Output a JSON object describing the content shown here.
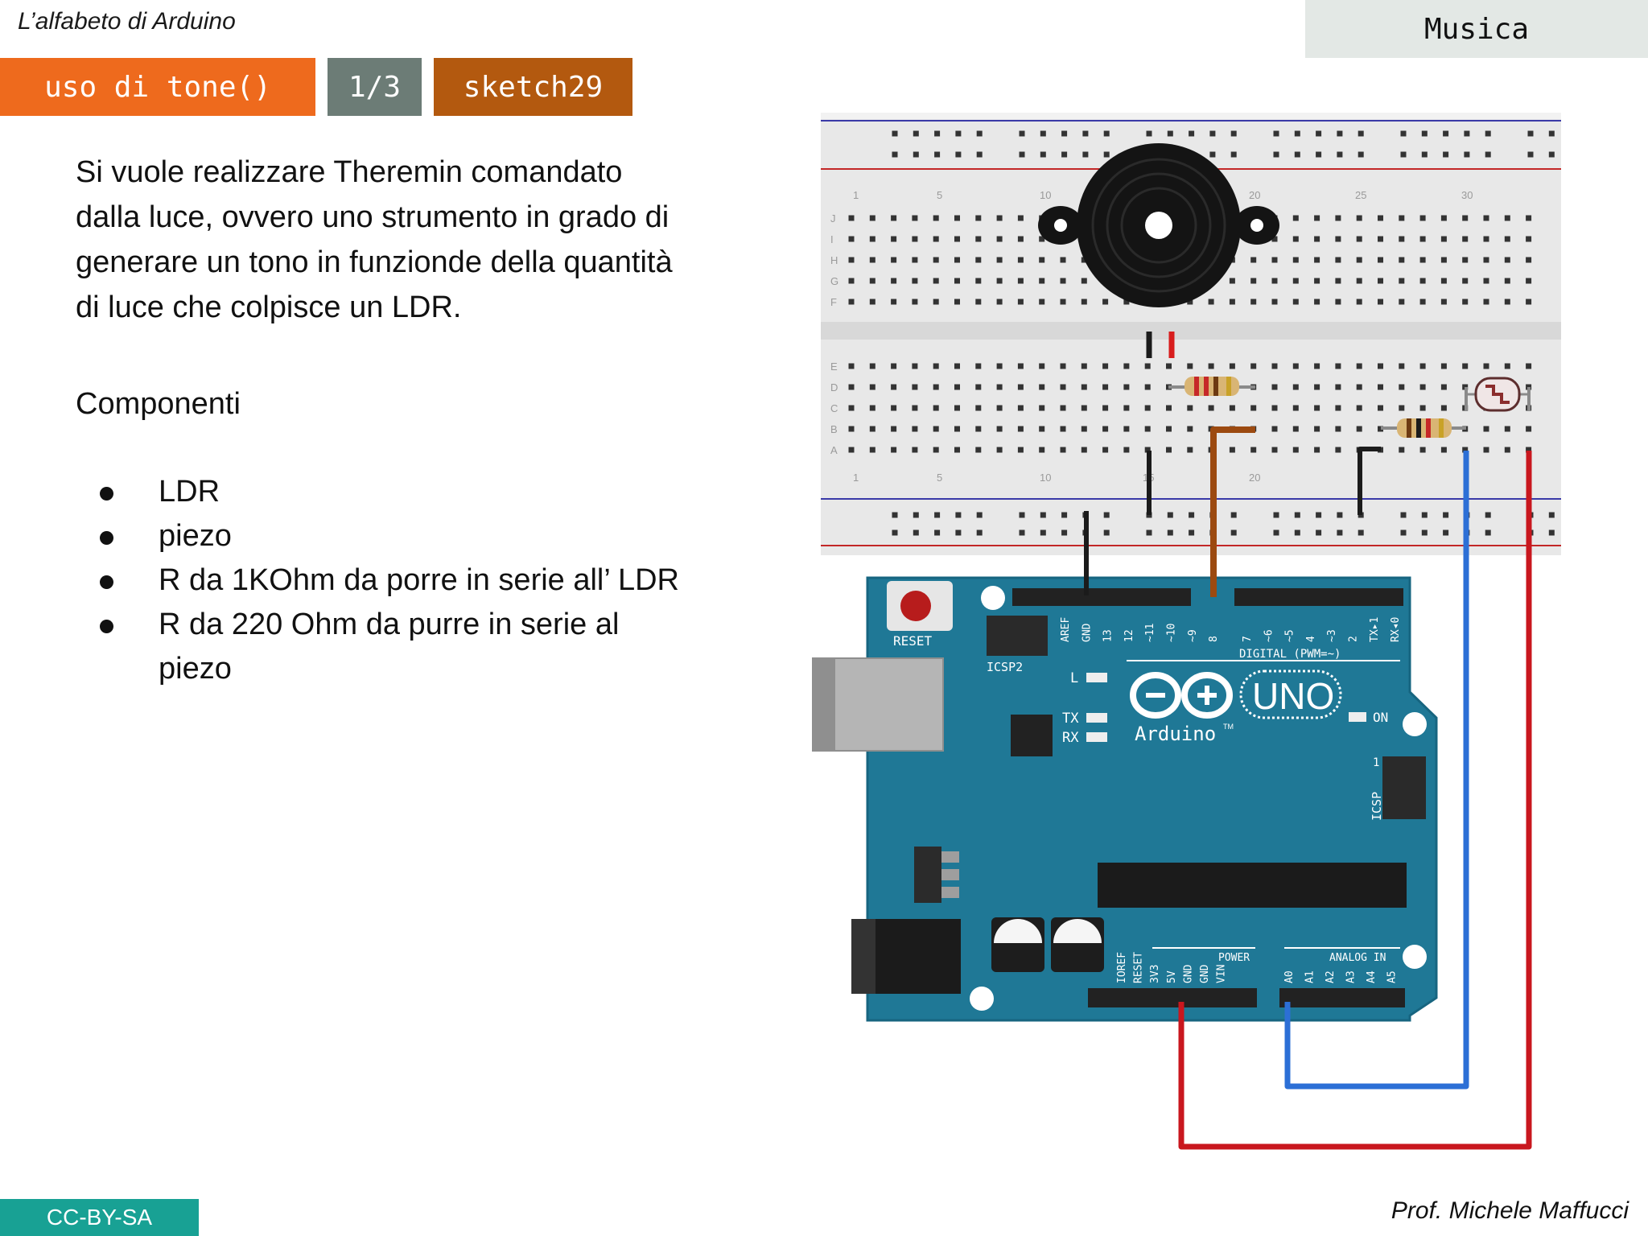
{
  "header": {
    "title": "L’alfabeto di Arduino",
    "topic": "Musica"
  },
  "tags": {
    "topic": "uso di tone()",
    "page": "1/3",
    "sketch": "sketch29"
  },
  "content": {
    "intro": "Si vuole realizzare Theremin comandato dalla luce, ovvero uno strumento in grado di generare un tono in funzionde della quantità di luce che colpisce un LDR.",
    "components_heading": "Componenti",
    "components": [
      "LDR",
      "piezo",
      "R da 1KOhm da porre in serie all’ LDR",
      "R da 220 Ohm da purre in serie al piezo"
    ]
  },
  "diagram": {
    "breadboard_row_labels": [
      "J",
      "I",
      "H",
      "G",
      "F",
      "E",
      "D",
      "C",
      "B",
      "A"
    ],
    "breadboard_col_labels": [
      "1",
      "5",
      "10",
      "15",
      "20",
      "25",
      "30"
    ],
    "board": {
      "reset": "RESET",
      "icsp2": "ICSP2",
      "led_l": "L",
      "tx": "TX",
      "rx": "RX",
      "on": "ON",
      "model": "UNO",
      "brand": "Arduino",
      "tm": "TM",
      "digital": "DIGITAL (PWM=~)",
      "icsp": "ICSP",
      "icsp_pin1": "1",
      "power": "POWER",
      "analog_in": "ANALOG IN",
      "digital_pins": [
        "AREF",
        "GND",
        "13",
        "12",
        "~11",
        "~10",
        "~9",
        "8",
        "7",
        "~6",
        "~5",
        "4",
        "~3",
        "2",
        "TX▸1",
        "RX◂0"
      ],
      "power_pins": [
        "IOREF",
        "RESET",
        "3V3",
        "5V",
        "GND",
        "GND",
        "VIN"
      ],
      "analog_pins": [
        "A0",
        "A1",
        "A2",
        "A3",
        "A4",
        "A5"
      ]
    },
    "colors": {
      "board": "#1f7896",
      "wire_red": "#c9171e",
      "wire_blue": "#2c6fd6",
      "wire_black": "#1b1b1b",
      "wire_brown": "#9c4a10"
    }
  },
  "footer": {
    "license": "CC-BY-SA",
    "author": "Prof. Michele Maffucci"
  }
}
